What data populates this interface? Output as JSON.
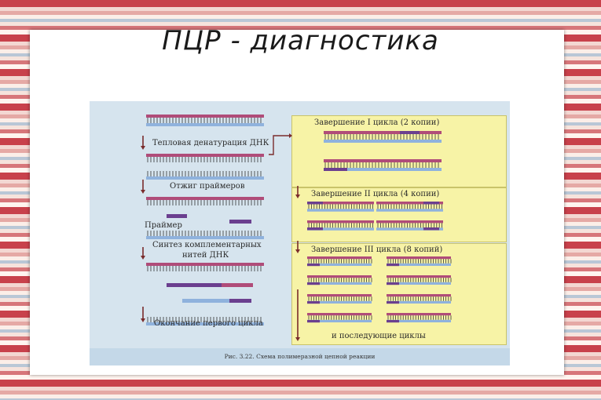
{
  "slide": {
    "title": "ПЦР - диагностика"
  },
  "figure": {
    "caption": "Рис. 3.22. Схема полимеразной цепной реакции",
    "left_steps": {
      "step1": "Тепловая денатурация ДНК",
      "step2": "Отжиг праймеров",
      "primer_label": "Праймер",
      "step3_line1": "Синтез комплементарных",
      "step3_line2": "нитей ДНК",
      "step4": "Окончание первого цикла"
    },
    "panels": {
      "cycle1": "Завершение I цикла (2 копии)",
      "cycle2": "Завершение II цикла (4 копии)",
      "cycle3": "Завершение III цикла (8 копий)",
      "footer": "и последующие циклы"
    }
  },
  "colors": {
    "strand_template": "#b04c79",
    "strand_new": "#8fb2dd",
    "primer": "#6b3f8f",
    "arrow": "#7a2c2c",
    "panel_bg": "#f7f3a6"
  }
}
